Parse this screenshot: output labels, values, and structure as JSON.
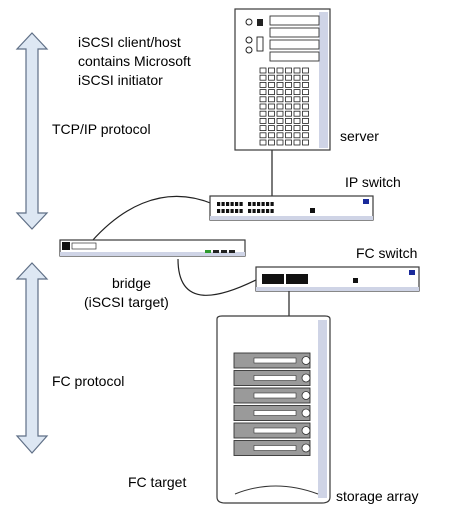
{
  "labels": {
    "iscsi_client": [
      "iSCSI client/host",
      "contains Microsoft",
      "iSCSI initiator"
    ],
    "tcp_protocol": "TCP/IP protocol",
    "server": "server",
    "ip_switch": "IP switch",
    "fc_switch": "FC switch",
    "bridge": [
      "bridge",
      "(iSCSI target)"
    ],
    "fc_protocol": "FC protocol",
    "fc_target": "FC target",
    "storage_array": "storage array"
  },
  "colors": {
    "arrow_fill": "#dde7f3",
    "arrow_stroke": "#5f6f86",
    "device_fill": "#ffffff",
    "device_shade": "#cfd4e6",
    "device_stroke": "#3a3a3a",
    "port_dark": "#111111",
    "led_blue": "#1a2a9a",
    "led_green": "#2e9a2e",
    "cable": "#222222"
  }
}
